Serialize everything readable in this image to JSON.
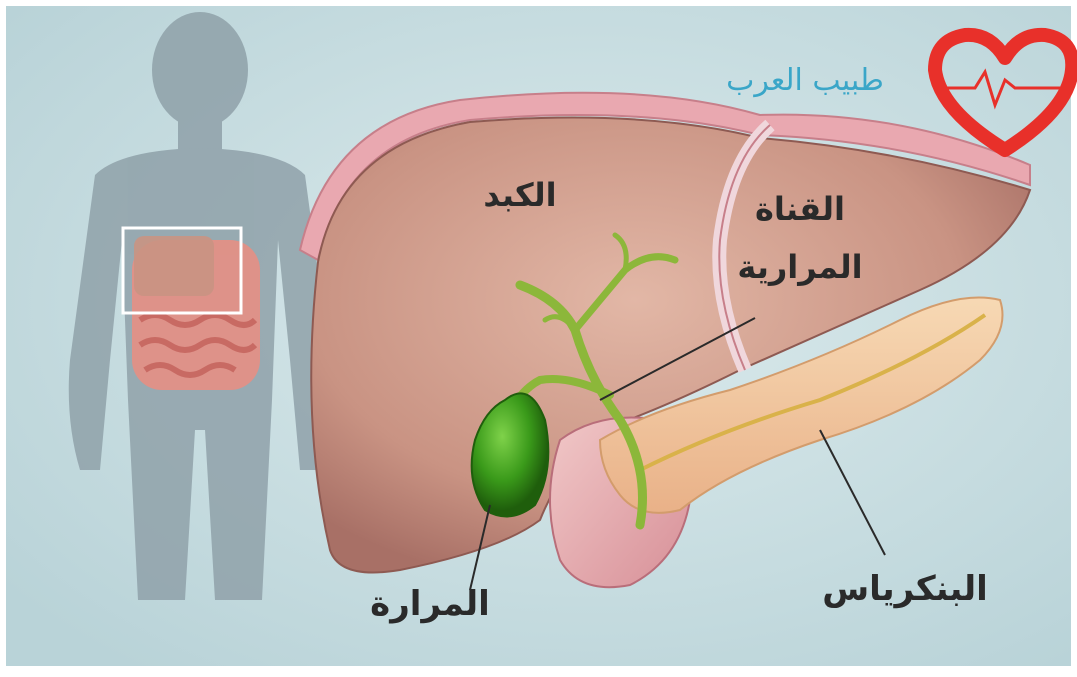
{
  "brand": {
    "name": "طبيب العرب",
    "logo_icon": "heart-pulse-icon",
    "colors": {
      "text": "#3aa6c8",
      "heart": "#e8302a"
    }
  },
  "labels": {
    "liver": "الكبد",
    "bile_duct_line1": "القناة",
    "bile_duct_line2": "المرارية",
    "gallbladder": "المرارة",
    "pancreas": "البنكرياس"
  },
  "colors": {
    "background": "#c9dfe3",
    "liver": "#d9a99a",
    "gallbladder": "#3f9a1e",
    "pancreas": "#f2c9a0",
    "silhouette": "#8a9ba3"
  }
}
